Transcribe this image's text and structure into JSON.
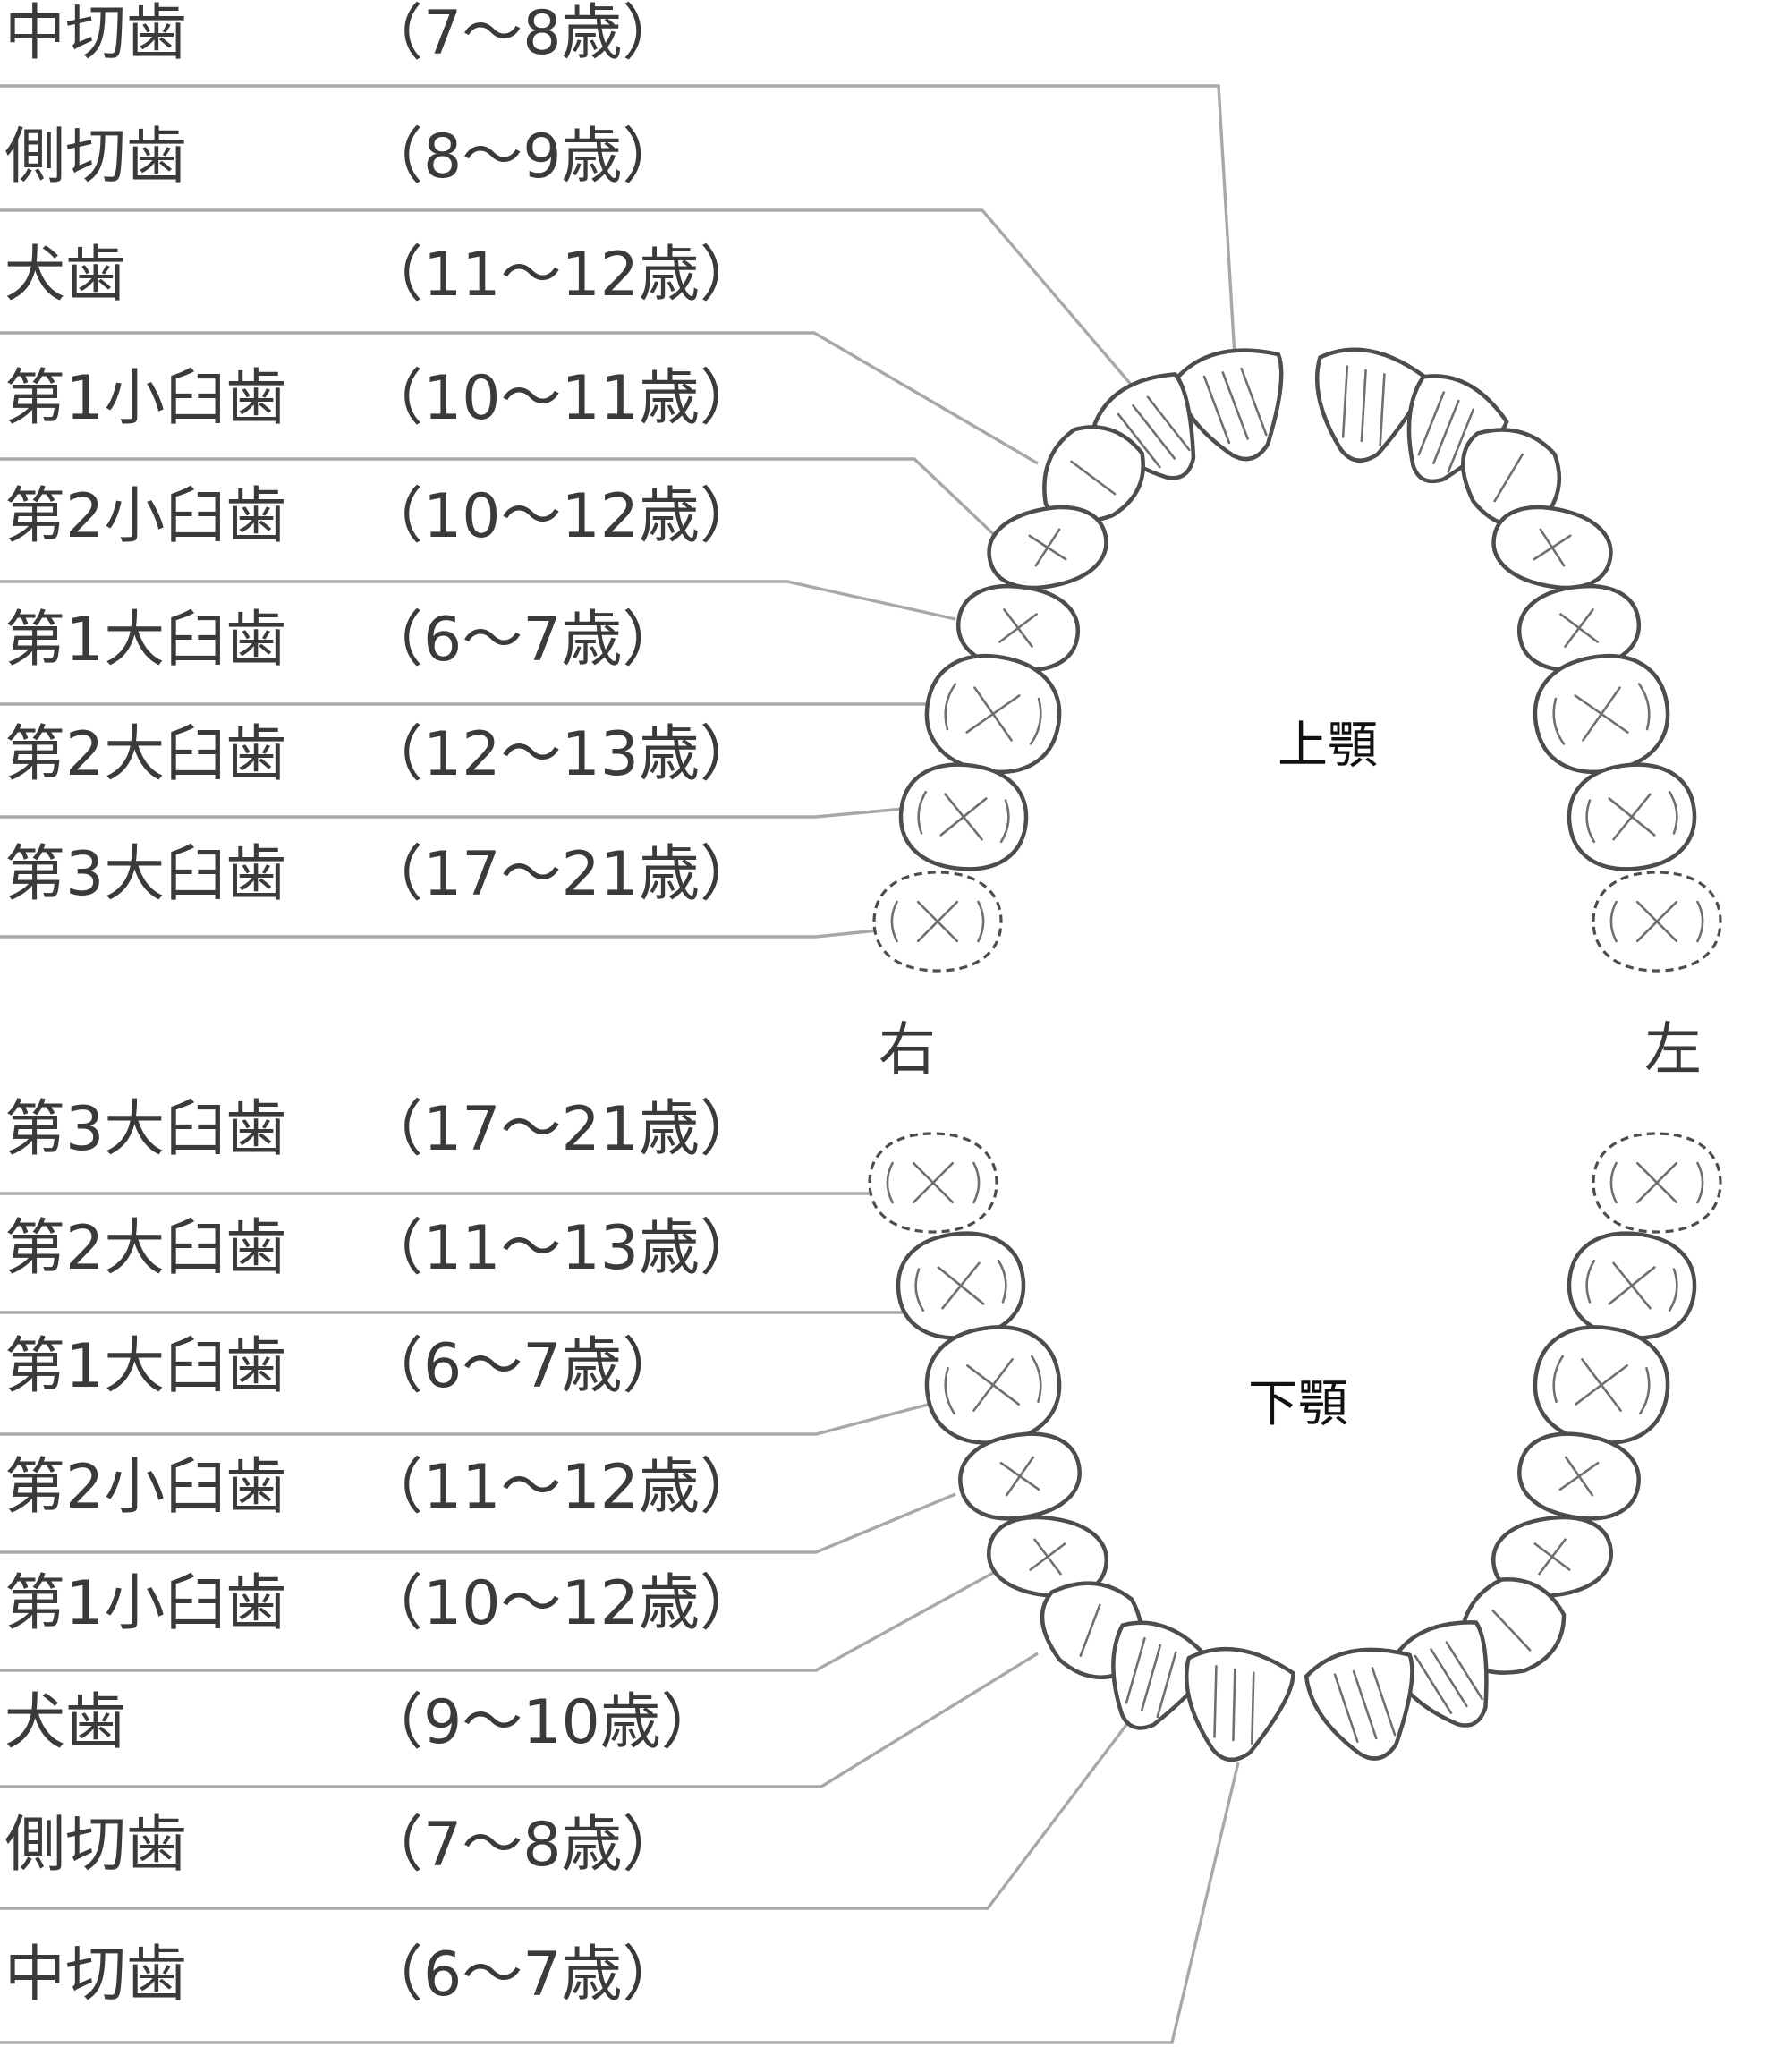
{
  "jaw_labels": {
    "upper": "上顎",
    "lower": "下顎"
  },
  "side_labels": {
    "right": "右",
    "left": "左"
  },
  "upper_teeth": [
    {
      "name": "中切歯",
      "age": "（7～8歳）"
    },
    {
      "name": "側切歯",
      "age": "（8～9歳）"
    },
    {
      "name": "犬歯",
      "age": "（11～12歳）"
    },
    {
      "name": "第1小臼歯",
      "age": "（10～11歳）"
    },
    {
      "name": "第2小臼歯",
      "age": "（10～12歳）"
    },
    {
      "name": "第1大臼歯",
      "age": "（6～7歳）"
    },
    {
      "name": "第2大臼歯",
      "age": "（12～13歳）"
    },
    {
      "name": "第3大臼歯",
      "age": "（17～21歳）"
    }
  ],
  "lower_teeth": [
    {
      "name": "第3大臼歯",
      "age": "（17～21歳）"
    },
    {
      "name": "第2大臼歯",
      "age": "（11～13歳）"
    },
    {
      "name": "第1大臼歯",
      "age": "（6～7歳）"
    },
    {
      "name": "第2小臼歯",
      "age": "（11～12歳）"
    },
    {
      "name": "第1小臼歯",
      "age": "（10～12歳）"
    },
    {
      "name": "犬歯",
      "age": "（9～10歳）"
    },
    {
      "name": "側切歯",
      "age": "（7～8歳）"
    },
    {
      "name": "中切歯",
      "age": "（6～7歳）"
    }
  ]
}
